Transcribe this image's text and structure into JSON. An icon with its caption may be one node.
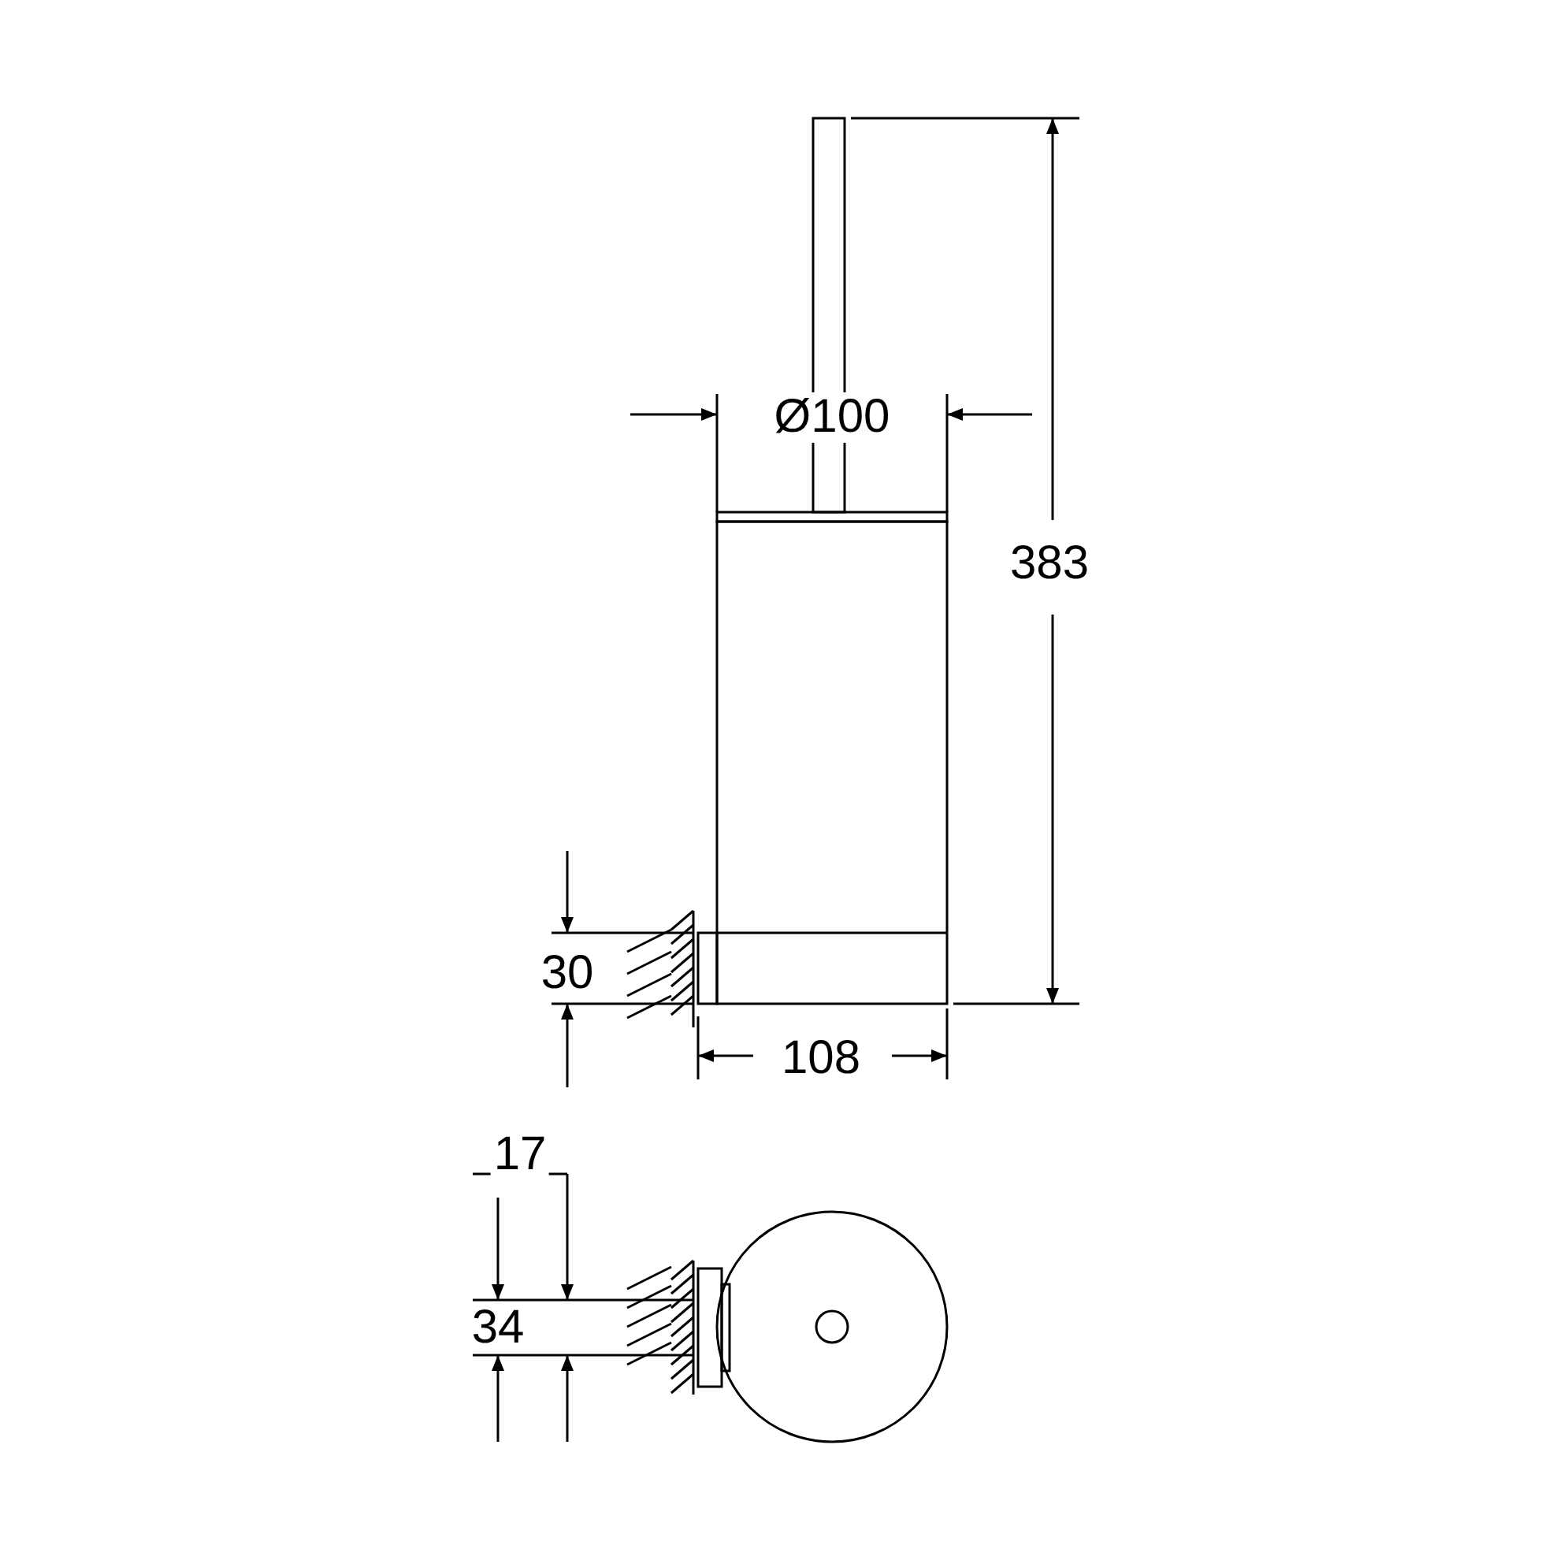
{
  "diagram": {
    "labels": [
      "Ø100",
      "383",
      "30",
      "108",
      "17",
      "34"
    ]
  }
}
